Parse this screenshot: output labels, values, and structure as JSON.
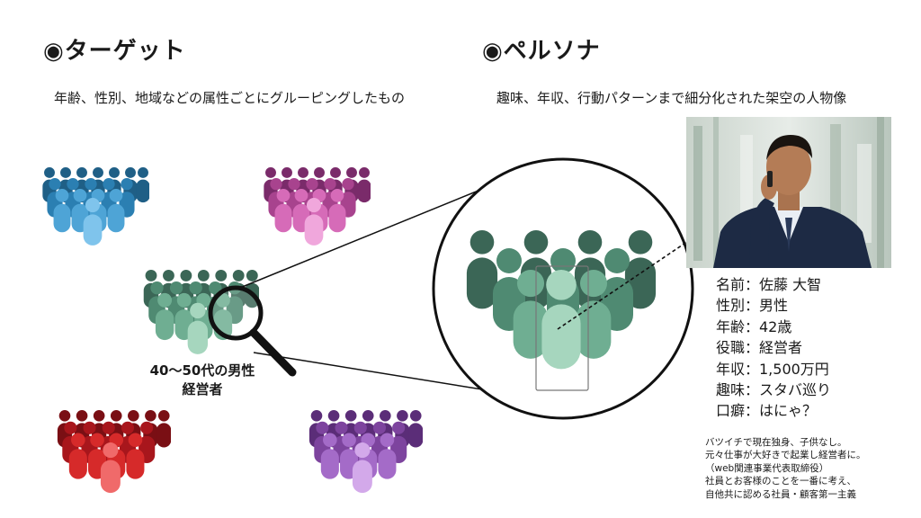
{
  "target": {
    "heading": "◉ターゲット",
    "description": "年齢、性別、地域などの属性ごとにグルーピングしたもの",
    "label_line1": "40～50代の男性",
    "label_line2": "経営者"
  },
  "persona": {
    "heading": "◉ペルソナ",
    "description": "趣味、年収、行動パターンまで細分化された架空の人物像",
    "profile": [
      "名前：佐藤 大智",
      "性別：男性",
      "年齢：42歳",
      "役職：経営者",
      "年収：1,500万円",
      "趣味：スタバ巡り",
      "口癖：はにゃ？"
    ],
    "notes": [
      "バツイチで現在独身、子供なし。",
      "元々仕事が大好きで起業し経営者に。",
      "（web関連事業代表取締役）",
      "社員とお客様のことを一番に考え、",
      "自他共に認める社員・顧客第一主義"
    ]
  },
  "colors": {
    "blue": [
      "#1f5f86",
      "#2b7fb2",
      "#4ea4d6",
      "#7fc4ec"
    ],
    "pink": [
      "#7a2b6a",
      "#a8438e",
      "#d66bb8",
      "#f0a7dc"
    ],
    "green": [
      "#3b6656",
      "#4f8a72",
      "#6fae92",
      "#a6d6be"
    ],
    "red": [
      "#7a0f14",
      "#a8161c",
      "#d62a2a",
      "#f06a6a"
    ],
    "purple": [
      "#5b2d78",
      "#7d449e",
      "#a46bc8",
      "#d3a9ea"
    ]
  },
  "icons": {
    "magnifier": "magnifier-icon",
    "crowd": "person-group-icon"
  }
}
